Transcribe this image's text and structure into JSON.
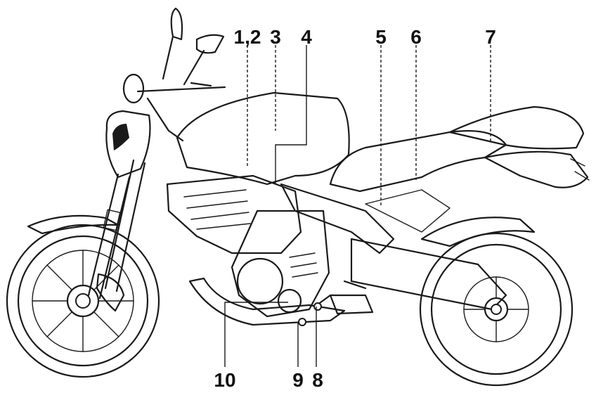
{
  "callouts": [
    {
      "id": "1-2",
      "text": "1,2"
    },
    {
      "id": "3",
      "text": "3"
    },
    {
      "id": "4",
      "text": "4"
    },
    {
      "id": "5",
      "text": "5"
    },
    {
      "id": "6",
      "text": "6"
    },
    {
      "id": "7",
      "text": "7"
    },
    {
      "id": "10",
      "text": "10"
    },
    {
      "id": "9",
      "text": "9"
    },
    {
      "id": "8",
      "text": "8"
    }
  ],
  "colors": {
    "ink": "#1a1a1a",
    "background": "#ffffff"
  }
}
